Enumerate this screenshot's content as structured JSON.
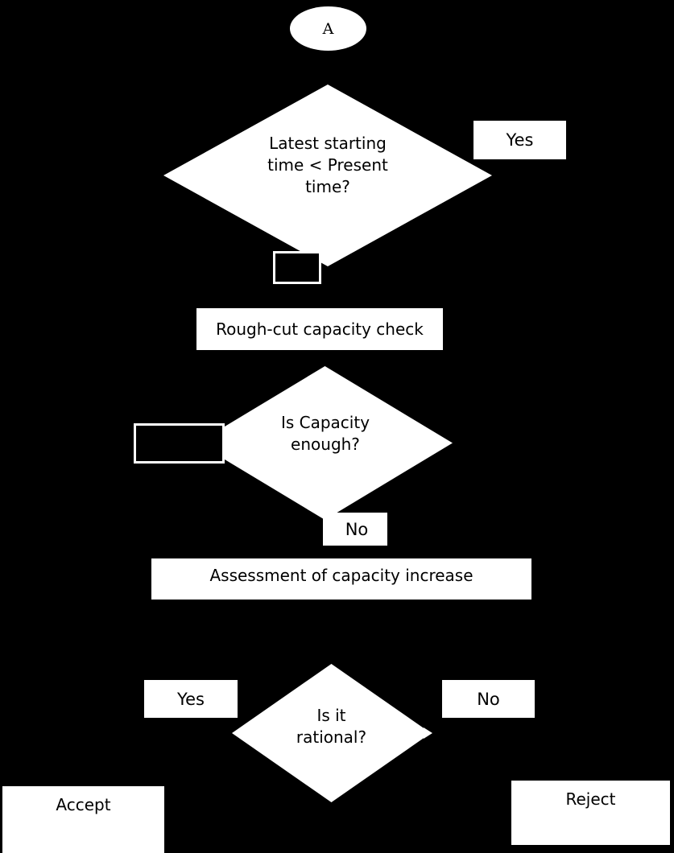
{
  "diagram": {
    "type": "flowchart",
    "title": "Order acceptance / capacity check flowchart",
    "background_color": "#000000",
    "shape_fill_color": "#ffffff",
    "text_color": "#000000",
    "nodes": {
      "connector_a": {
        "label": "A",
        "shape": "ellipse"
      },
      "decision_latest_start": {
        "label": "Latest starting time < Present time?",
        "line1": "Latest starting",
        "line2": "time < Present",
        "line3": "time?",
        "shape": "diamond"
      },
      "label_yes_top": {
        "label": "Yes"
      },
      "label_no_top": {
        "label": ""
      },
      "process_rough_cut": {
        "label": "Rough-cut capacity check",
        "shape": "rectangle"
      },
      "decision_capacity": {
        "label": "Is Capacity enough?",
        "line1": "Is Capacity",
        "line2": "enough?",
        "shape": "diamond"
      },
      "label_yes_capacity": {
        "label": ""
      },
      "label_no_capacity": {
        "label": "No"
      },
      "process_assessment": {
        "label": "Assessment of capacity increase",
        "shape": "rectangle"
      },
      "decision_rational": {
        "label": "Is it rational?",
        "line1": "Is it",
        "line2": "rational?",
        "shape": "diamond"
      },
      "label_yes_rational": {
        "label": "Yes"
      },
      "label_no_rational": {
        "label": "No"
      },
      "terminal_accept": {
        "label": "Accept",
        "shape": "rectangle"
      },
      "terminal_reject": {
        "label": "Reject",
        "shape": "rectangle"
      }
    }
  }
}
